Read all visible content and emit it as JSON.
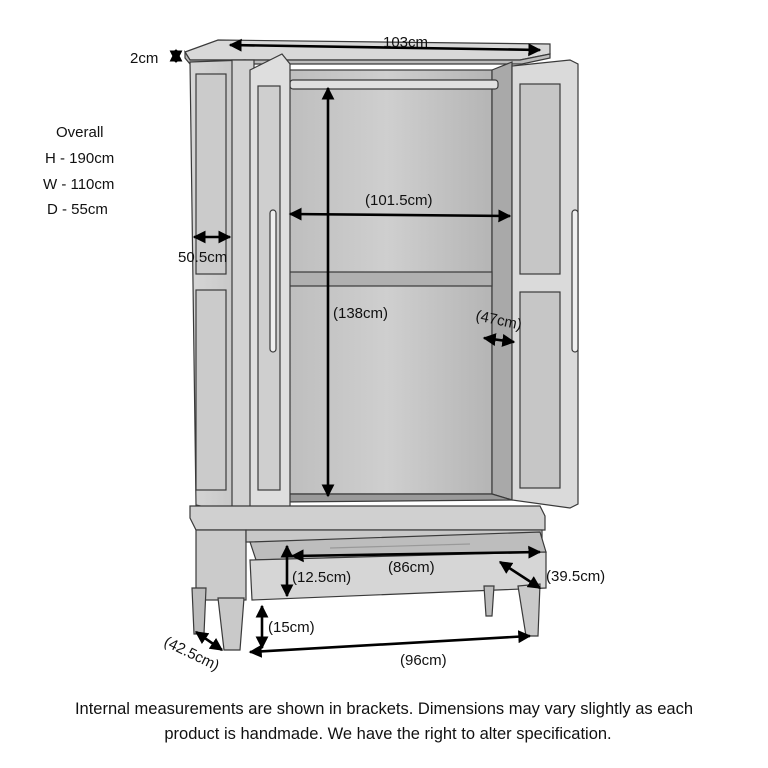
{
  "labels": {
    "top_thickness": "2cm",
    "top_width": "103cm",
    "side_depth": "50.5cm",
    "internal_width": "(101.5cm)",
    "internal_height": "(138cm)",
    "internal_depth": "(47cm)",
    "drawer_height": "(12.5cm)",
    "drawer_width": "(86cm)",
    "drawer_depth": "(39.5cm)",
    "leg_height": "(15cm)",
    "base_depth": "(42.5cm)",
    "base_width": "(96cm)"
  },
  "overall": {
    "title": "Overall",
    "height": "H - 190cm",
    "width": "W - 110cm",
    "depth": "D - 55cm"
  },
  "footer": {
    "line1": "Internal measurements are shown in brackets. Dimensions may vary slightly as each",
    "line2": "product is handmade. We have the right to alter specification."
  },
  "colors": {
    "wood_light": "#d9d9d9",
    "wood_mid": "#c2c2c2",
    "wood_dark": "#8c8c8c",
    "outline": "#3a3a3a",
    "arrow": "#000000"
  }
}
